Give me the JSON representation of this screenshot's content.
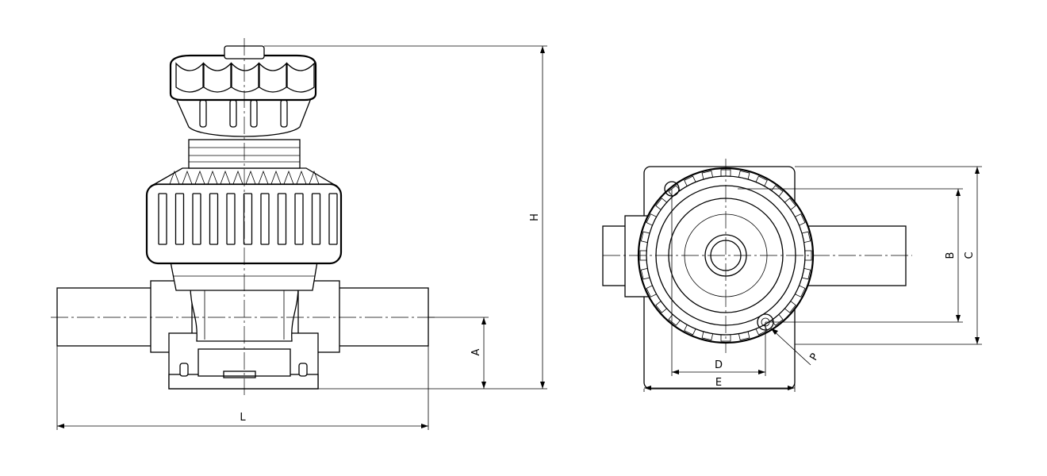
{
  "labels": {
    "L": "L",
    "H": "H",
    "A": "A",
    "B": "B",
    "C": "C",
    "D": "D",
    "E": "E",
    "P": "P"
  }
}
